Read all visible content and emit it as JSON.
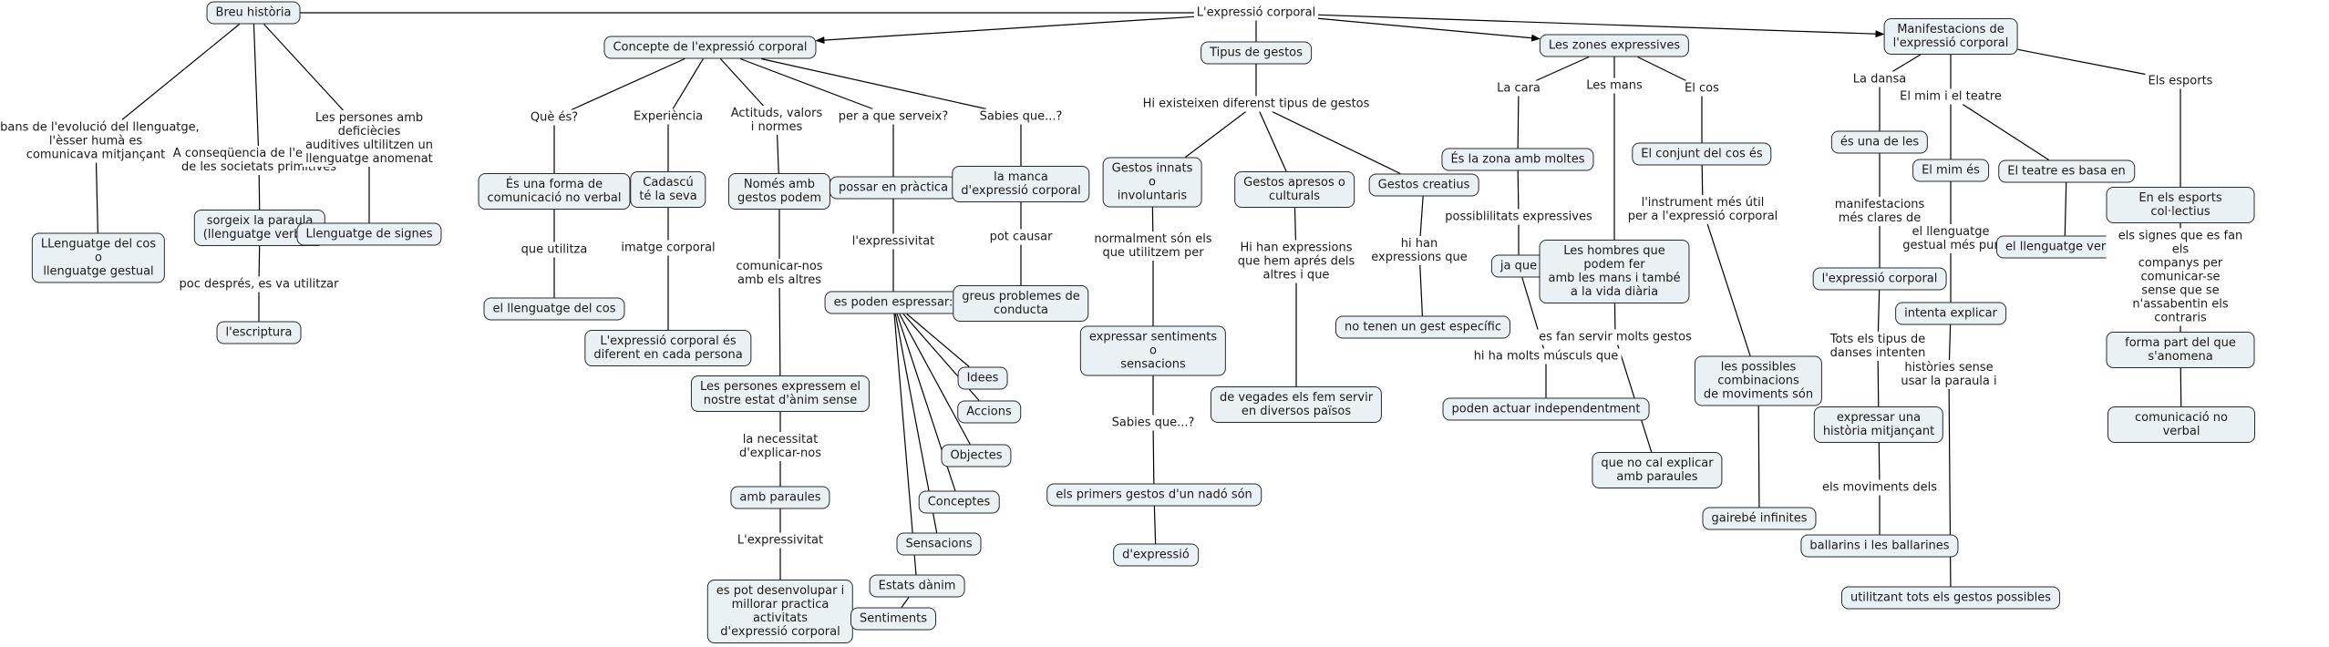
{
  "title": "L'expressió corporal",
  "colors": {
    "node_fill": "#eaf1f4",
    "node_border": "#2a2a2a",
    "line": "#000000",
    "background": "#ffffff"
  },
  "nodes": {
    "root": "L'expressió corporal",
    "breu": "Breu història",
    "concepte": "Concepte de l'expressió corporal",
    "tipus": "Tipus de gestos",
    "zones": "Les zones expressives",
    "manif": "Manifestacions de\nl'expressió corporal",
    "l_abans": "Abans de l'evolució del llenguatge,\nl'èsser humà es\ncomunicava mitjançant",
    "llcos": "LLenguatge del cos\no\nllenguatge gestual",
    "l_conseq": "A conseqüencia de l'evolució\nde les societats primitives",
    "sorgeix": "sorgeix la paraula\n(llenguatge verbal)",
    "l_poc": "poc després, es va utilitzar",
    "escriptura": "l'escriptura",
    "l_persones": "Les persones amb\ndeficiècies\nauditives ultilitzen un\nllenguatge anomenat",
    "signes": "Llenguatge de signes",
    "l_que": "Què és?",
    "esuna": "És una forma de\ncomunicació no verbal",
    "l_utilitza": "que utilitza",
    "elllcos": "el llenguatge del cos",
    "l_exp": "Experiència",
    "cadascu": "Cadascú\nté la seva",
    "l_imatge": "imatge corporal",
    "diferent": "L'expressió corporal és\ndiferent en cada persona",
    "l_actituds": "Actituds, valors\ni normes",
    "nomes": "Només amb\ngestos podem",
    "l_comunicar": "comunicar-nos\namb els altres",
    "lespersones": "Les persones expressem el\nnostre estat d'ànim sense",
    "l_necessitat": "la necessitat\nd'explicar-nos",
    "ambparaules": "amb paraules",
    "l_expressivitat2": "L'expressivitat",
    "espot": "es pot desenvolupar i\nmillorar practica\nactivitats\nd'expressió corporal",
    "l_perque": "per a que serveix?",
    "possar": "possar en pràctica",
    "l_expressivitat": "l'expressivitat",
    "espoden": "es poden espressar:",
    "idees": "Idees",
    "accions": "Accions",
    "objectes": "Objectes",
    "conceptes": "Conceptes",
    "sensacions": "Sensacions",
    "estats": "Estats dànim",
    "sentiments": "Sentiments",
    "l_sabies": "Sabies que...?",
    "manca": "la manca\nd'expressió corporal",
    "l_potcausar": "pot causar",
    "greus": "greus problemes de\nconducta",
    "l_hiexist": "Hi existeixen diferenst tipus de gestos",
    "innats": "Gestos innats\no\ninvoluntaris",
    "l_normalment": "normalment són els\nque utilitzem per",
    "expsent": "expressar sentiments\no\nsensacions",
    "l_sabies2": "Sabies que...?",
    "primers": "els primers gestos d'un nadó són",
    "dexpressio": "d'expressió",
    "apresos": "Gestos apresos o\nculturals",
    "l_hihan": "Hi han expressions\nque hem aprés dels\naltres i que",
    "devegades": "de vegades els fem servir\nen diversos països",
    "creatius": "Gestos creatius",
    "l_hihan2": "hi han\nexpressions que",
    "notenen": "no tenen un gest específic",
    "l_cara": "La cara",
    "eslazona": "És la zona amb moltes",
    "l_possib": "possiblilitats expressives",
    "jaque": "ja que",
    "l_muscul": "hi ha molts músculs que",
    "poden": "poden actuar independentment",
    "l_mans": "Les mans",
    "hombres": "Les hombres que\npodem fer\namb les mans i també\na la vida diària",
    "l_esfan": "es fan servir molts gestos",
    "quenocal": "que no cal explicar\namb paraules",
    "l_cos": "El cos",
    "conjunt": "El conjunt del cos és",
    "l_instrument": "l'instrument més útil\nper a l'expressió corporal",
    "possibles": "les possibles\ncombinacions\nde moviments són",
    "gairebe": "gairebé infinites",
    "l_dansa": "La dansa",
    "esunade": "és una de les",
    "l_manifest": "manifestacions\nmés clares de",
    "lexpcorp": "l'expressió corporal",
    "l_tots": "Tots els tipus de\ndanses intenten",
    "expunahist": "expressar una\nhistòria mitjançant",
    "l_moviments": "els moviments dels",
    "ballarins": "ballarins i les ballarines",
    "l_mim": "El mim i el teatre",
    "elmimes": "El mim és",
    "l_gestualpur": "el llenguatge\ngestual més pur",
    "intenta": "intenta explicar",
    "l_histories": "històries sense\nusar la paraula i",
    "utilitzant": "utilitzant tots els gestos possibles",
    "teatre": "El teatre es basa en",
    "llverbal": "el llenguatge verbal",
    "l_esports": "Els esports",
    "colectius": "En els esports col·lectius",
    "l_signes": "els signes que es fan els\ncompanys per comunicar-se\nsense que se n'assabentin els contraris",
    "formapart": "forma part del que s'anomena",
    "comnoverbal": "comunicació no verbal"
  },
  "edges": [
    [
      "root",
      "breu"
    ],
    [
      "root",
      "concepte",
      1
    ],
    [
      "root",
      "tipus"
    ],
    [
      "root",
      "zones",
      1
    ],
    [
      "root",
      "manif",
      1
    ],
    [
      "breu",
      "l_abans"
    ],
    [
      "l_abans",
      "llcos"
    ],
    [
      "breu",
      "l_conseq"
    ],
    [
      "l_conseq",
      "sorgeix"
    ],
    [
      "sorgeix",
      "l_poc"
    ],
    [
      "l_poc",
      "escriptura"
    ],
    [
      "breu",
      "l_persones"
    ],
    [
      "l_persones",
      "signes"
    ],
    [
      "concepte",
      "l_que"
    ],
    [
      "l_que",
      "esuna"
    ],
    [
      "esuna",
      "l_utilitza"
    ],
    [
      "l_utilitza",
      "elllcos"
    ],
    [
      "concepte",
      "l_exp"
    ],
    [
      "l_exp",
      "cadascu"
    ],
    [
      "cadascu",
      "l_imatge"
    ],
    [
      "l_imatge",
      "diferent"
    ],
    [
      "concepte",
      "l_actituds"
    ],
    [
      "l_actituds",
      "nomes"
    ],
    [
      "nomes",
      "l_comunicar"
    ],
    [
      "l_comunicar",
      "lespersones"
    ],
    [
      "lespersones",
      "l_necessitat"
    ],
    [
      "l_necessitat",
      "ambparaules"
    ],
    [
      "ambparaules",
      "l_expressivitat2"
    ],
    [
      "l_expressivitat2",
      "espot"
    ],
    [
      "concepte",
      "l_perque"
    ],
    [
      "l_perque",
      "possar"
    ],
    [
      "possar",
      "l_expressivitat"
    ],
    [
      "l_expressivitat",
      "espoden"
    ],
    [
      "espoden",
      "idees"
    ],
    [
      "espoden",
      "accions"
    ],
    [
      "espoden",
      "objectes"
    ],
    [
      "espoden",
      "conceptes"
    ],
    [
      "espoden",
      "sensacions"
    ],
    [
      "espoden",
      "estats"
    ],
    [
      "estats",
      "sentiments"
    ],
    [
      "concepte",
      "l_sabies"
    ],
    [
      "l_sabies",
      "manca"
    ],
    [
      "manca",
      "l_potcausar"
    ],
    [
      "l_potcausar",
      "greus"
    ],
    [
      "tipus",
      "l_hiexist"
    ],
    [
      "l_hiexist",
      "innats"
    ],
    [
      "l_hiexist",
      "apresos"
    ],
    [
      "l_hiexist",
      "creatius"
    ],
    [
      "innats",
      "l_normalment"
    ],
    [
      "l_normalment",
      "expsent"
    ],
    [
      "expsent",
      "l_sabies2"
    ],
    [
      "l_sabies2",
      "primers"
    ],
    [
      "primers",
      "dexpressio"
    ],
    [
      "apresos",
      "l_hihan"
    ],
    [
      "l_hihan",
      "devegades"
    ],
    [
      "creatius",
      "l_hihan2"
    ],
    [
      "l_hihan2",
      "notenen"
    ],
    [
      "zones",
      "l_cara"
    ],
    [
      "l_cara",
      "eslazona"
    ],
    [
      "eslazona",
      "l_possib"
    ],
    [
      "l_possib",
      "jaque"
    ],
    [
      "jaque",
      "l_muscul"
    ],
    [
      "l_muscul",
      "poden"
    ],
    [
      "zones",
      "l_mans"
    ],
    [
      "l_mans",
      "hombres"
    ],
    [
      "hombres",
      "l_esfan"
    ],
    [
      "l_esfan",
      "quenocal"
    ],
    [
      "zones",
      "l_cos"
    ],
    [
      "l_cos",
      "conjunt"
    ],
    [
      "conjunt",
      "l_instrument"
    ],
    [
      "l_instrument",
      "possibles"
    ],
    [
      "possibles",
      "gairebe"
    ],
    [
      "manif",
      "l_dansa"
    ],
    [
      "l_dansa",
      "esunade"
    ],
    [
      "esunade",
      "l_manifest"
    ],
    [
      "l_manifest",
      "lexpcorp"
    ],
    [
      "lexpcorp",
      "l_tots"
    ],
    [
      "l_tots",
      "expunahist"
    ],
    [
      "expunahist",
      "l_moviments"
    ],
    [
      "l_moviments",
      "ballarins"
    ],
    [
      "manif",
      "l_mim"
    ],
    [
      "l_mim",
      "elmimes"
    ],
    [
      "elmimes",
      "l_gestualpur"
    ],
    [
      "l_gestualpur",
      "intenta"
    ],
    [
      "intenta",
      "l_histories"
    ],
    [
      "l_histories",
      "utilitzant"
    ],
    [
      "l_mim",
      "teatre"
    ],
    [
      "teatre",
      "llverbal"
    ],
    [
      "manif",
      "l_esports"
    ],
    [
      "l_esports",
      "colectius"
    ],
    [
      "colectius",
      "l_signes"
    ],
    [
      "l_signes",
      "formapart"
    ],
    [
      "formapart",
      "comnoverbal"
    ]
  ]
}
